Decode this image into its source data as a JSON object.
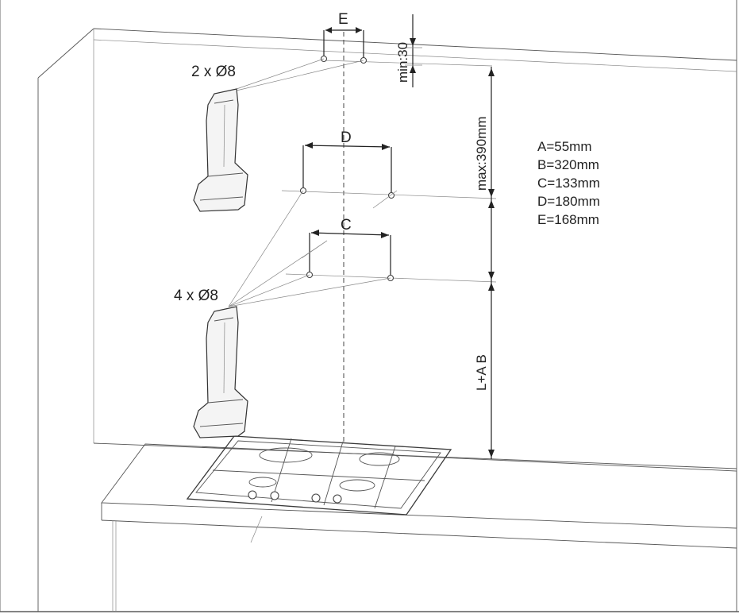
{
  "labels": {
    "dim_e": "E",
    "dim_d": "D",
    "dim_c": "C",
    "min_gap": "min:30",
    "max_gap": "max:390mm",
    "lower_gap": "L+A B",
    "holes_top": "2 x Ø8",
    "holes_mid": "4 x Ø8"
  },
  "legend": [
    "A=55mm",
    "B=320mm",
    "C=133mm",
    "D=180mm",
    "E=168mm"
  ]
}
